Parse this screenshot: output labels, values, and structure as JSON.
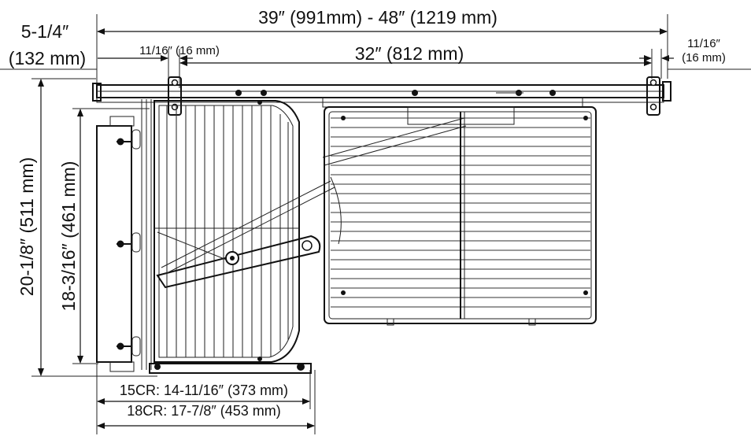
{
  "dimensions": {
    "overall_width": "39″ (991mm) - 48″ (1219 mm)",
    "left_offset_top": "5-1/4″",
    "left_offset_bottom": "(132 mm)",
    "left_bracket": "11/16″ (16 mm)",
    "rail_length": "32″ (812 mm)",
    "right_bracket_top": "11/16″",
    "right_bracket_bottom": "(16 mm)",
    "overall_depth": "20-1/8″ (511 mm)",
    "basket_depth": "18-3/16″ (461 mm)",
    "width_15cr": "15CR: 14-11/16″ (373 mm)",
    "width_18cr": "18CR: 17-7/8″ (453 mm)"
  }
}
